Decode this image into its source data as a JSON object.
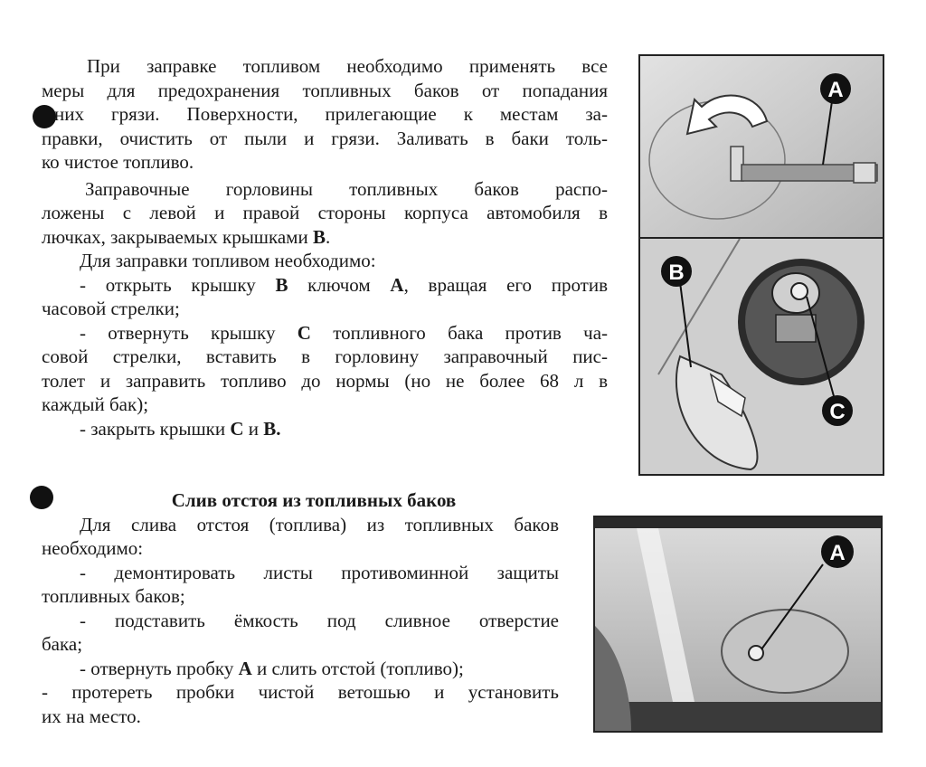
{
  "section1": {
    "p1": [
      "При заправке топливом необходимо применять все",
      "меры для предохранения топливных баков от попадания",
      "них грязи. Поверхности, прилегающие к местам за-",
      "правки, очистить от пыли и грязи. Заливать в баки толь-",
      "ко чистое топливо."
    ],
    "p2": [
      "Заправочные горловины топливных баков распо-",
      "ложены с левой и правой стороны корпуса автомобиля в",
      "лючках, закрываемых крышками"
    ],
    "p2_letter": "B",
    "p3": "Для заправки топливом необходимо:",
    "step1_a": "- открыть крышку",
    "step1_b": "ключом",
    "step1_c": ", вращая его против",
    "step1_d": "часовой стрелки;",
    "step2_a": "- отвернуть крышку",
    "step2_b": "топливного бака против ча-",
    "step2_lines": [
      "совой стрелки, вставить в горловину заправочный пис-",
      "толет и заправить топливо до нормы (но не более 68 л в",
      "каждый бак);"
    ],
    "step3_a": "- закрыть крышки",
    "step3_b": "и",
    "letter_a": "А",
    "letter_b": "B",
    "letter_c": "С",
    "letter_b_end": "B."
  },
  "section2": {
    "title": "Слив отстоя из топливных баков",
    "intro": [
      "Для слива отстоя (топлива) из топливных баков",
      "необходимо:"
    ],
    "step1": [
      "- демонтировать листы противоминной защиты",
      "топливных баков;"
    ],
    "step2": [
      "- подставить ёмкость под сливное отверстие",
      "бака;"
    ],
    "step3_a": "- отвернуть пробку",
    "step3_letter": "А",
    "step3_b": "и слить отстой (топливо);",
    "step4": [
      "- протереть пробки чистой ветошью и установить",
      "их на место."
    ]
  },
  "figures": {
    "fig1_label": "A",
    "fig2_label_b": "B",
    "fig2_label_c": "C",
    "fig3_label": "A"
  }
}
